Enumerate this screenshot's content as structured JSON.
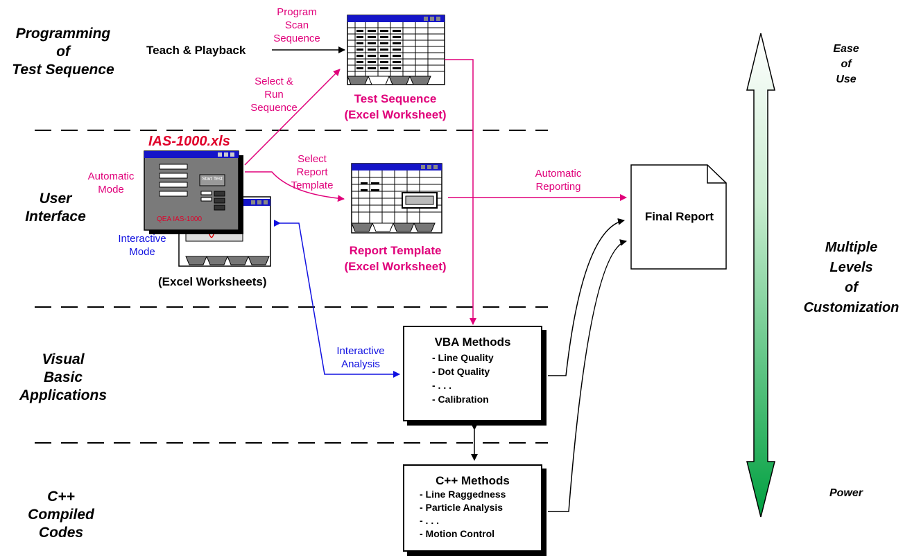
{
  "layers": {
    "programming": "Programming\nof\nTest Sequence",
    "user_interface": "User\nInterface",
    "vba": "Visual\nBasic\nApplications",
    "cpp": "C++\nCompiled\nCodes"
  },
  "right_labels": {
    "top": "Ease\nof\nUse",
    "middle": "Multiple\nLevels\nof\nCustomization",
    "bottom": "Power"
  },
  "labels": {
    "teach_playback": "Teach & Playback",
    "program_scan": "Program\nScan\nSequence",
    "select_run": "Select &\nRun\nSequence",
    "test_sequence": "Test Sequence\n(Excel Worksheet)",
    "ias_file": "IAS-1000.xls",
    "automatic_mode": "Automatic\nMode",
    "interactive_mode": "Interactive\nMode",
    "select_report": "Select\nReport\nTemplate",
    "automatic_reporting": "Automatic\nReporting",
    "report_template": "Report Template\n(Excel Worksheet)",
    "excel_worksheets": "(Excel Worksheets)",
    "interactive_analysis": "Interactive\nAnalysis",
    "final_report": "Final Report",
    "start_test": "Start Test",
    "qea": "QEA IAS-1000"
  },
  "vba_box": {
    "title": "VBA Methods",
    "items": [
      "- Line Quality",
      "- Dot Quality",
      "- . . .",
      "- Calibration"
    ]
  },
  "cpp_box": {
    "title": "C++ Methods",
    "items": [
      "- Line Raggedness",
      "- Particle Analysis",
      "- . . .",
      "- Motion Control"
    ]
  },
  "colors": {
    "magenta": "#e0007a",
    "blue": "#1010e0",
    "title_red": "#e0002a",
    "arrow_top": "#ffffff",
    "arrow_bottom": "#00a040"
  }
}
